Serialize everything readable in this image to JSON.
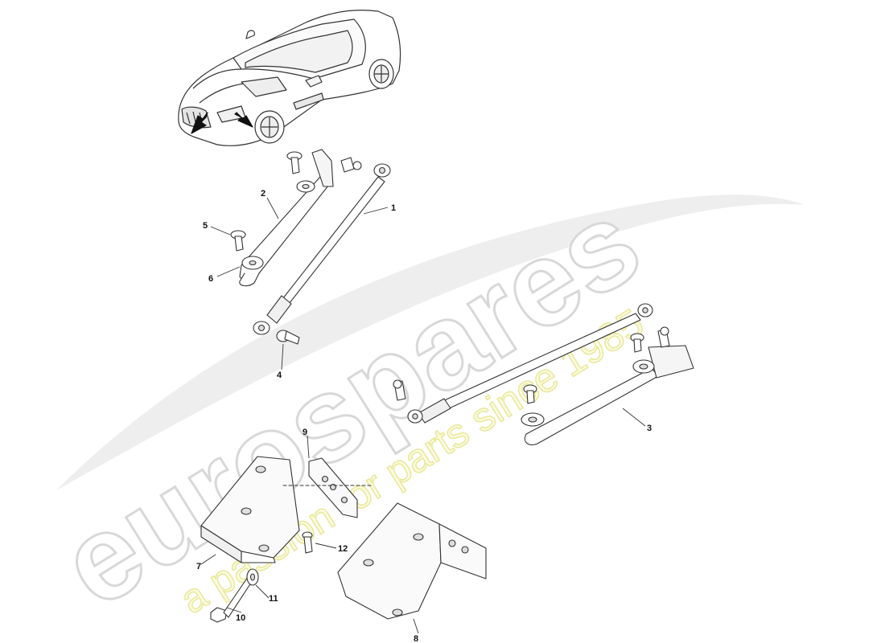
{
  "watermark": {
    "brand": "eurospares",
    "tagline": "a passion for parts since 1985",
    "brand_color": "#dcdcdc",
    "tagline_color": "#f0ef9e"
  },
  "callouts": {
    "c1": "1",
    "c2": "2",
    "c3": "3",
    "c4": "4",
    "c5": "5",
    "c6": "6",
    "c7": "7",
    "c8": "8",
    "c9": "9",
    "c10": "10",
    "c11": "11",
    "c12": "12"
  }
}
